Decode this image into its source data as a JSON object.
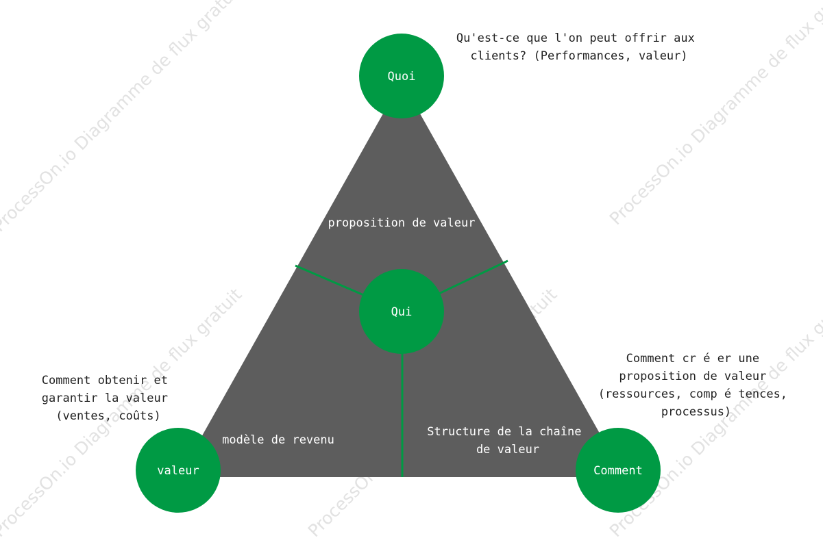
{
  "colors": {
    "triangle": "#5d5d5d",
    "node": "#009a44",
    "divider": "#009a44",
    "outside_text": "#222222",
    "inside_text": "#ffffff",
    "watermark": "#e2e2e2"
  },
  "watermark": {
    "text": "ProcessOn.io Diagramme de flux gratuit"
  },
  "nodes": {
    "top": {
      "label": "Quoi"
    },
    "center": {
      "label": "Qui"
    },
    "bottom_left": {
      "label": "valeur"
    },
    "bottom_right": {
      "label": "Comment"
    }
  },
  "regions": {
    "top": {
      "lines": [
        "proposition de valeur"
      ]
    },
    "bottom_left": {
      "lines": [
        "modèle de revenu"
      ]
    },
    "bottom_right": {
      "lines": [
        "Structure de la chaîne",
        "de valeur"
      ]
    }
  },
  "annotations": {
    "top": {
      "lines": [
        "Qu'est-ce que l'on peut offrir aux",
        "clients? (Performances, valeur)"
      ]
    },
    "left": {
      "lines": [
        "Comment obtenir et",
        "garantir la valeur",
        "(ventes, coûts)"
      ]
    },
    "right": {
      "lines": [
        "Comment cr é er une",
        "proposition de valeur",
        "(ressources, comp é tences,",
        "processus)"
      ]
    }
  }
}
